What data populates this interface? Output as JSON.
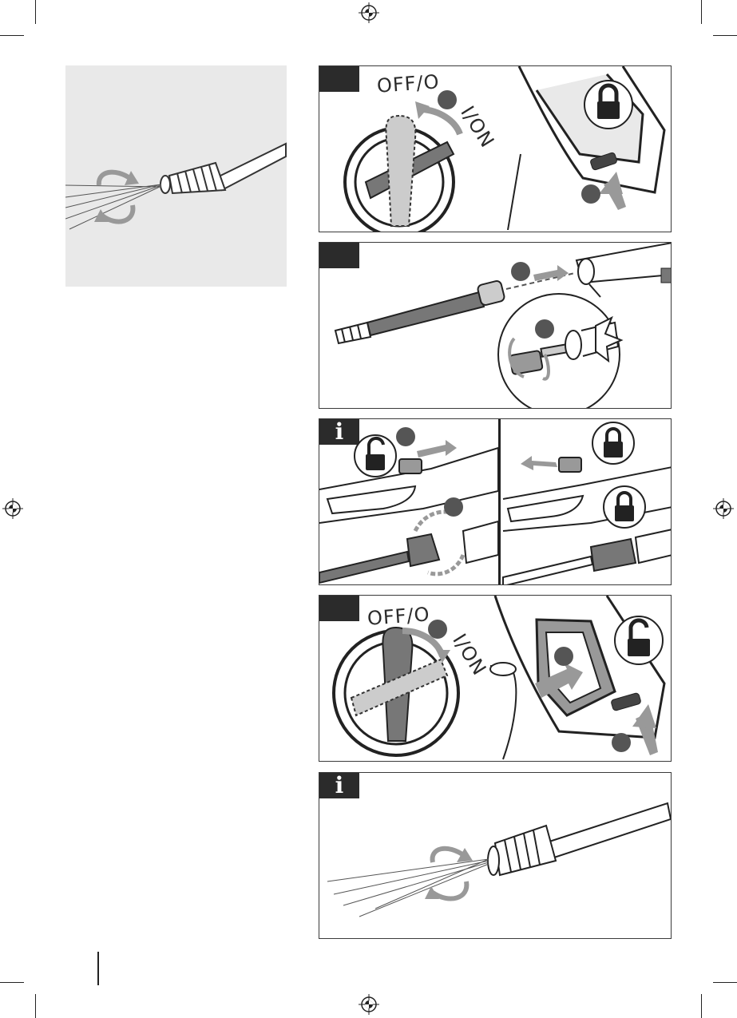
{
  "labels": {
    "off": "OFF/O",
    "on": "I/ON",
    "info": "i"
  },
  "icons": {
    "lock": "lock-icon",
    "unlock": "unlock-icon",
    "rotate": "rotate-arrows-icon",
    "registration": "registration-mark-icon"
  },
  "colors": {
    "panel_border": "#3a3a3a",
    "tab": "#2b2b2b",
    "grey_box": "#e9e9e9",
    "arrow": "#8e8e8e",
    "marker": "#555555"
  }
}
